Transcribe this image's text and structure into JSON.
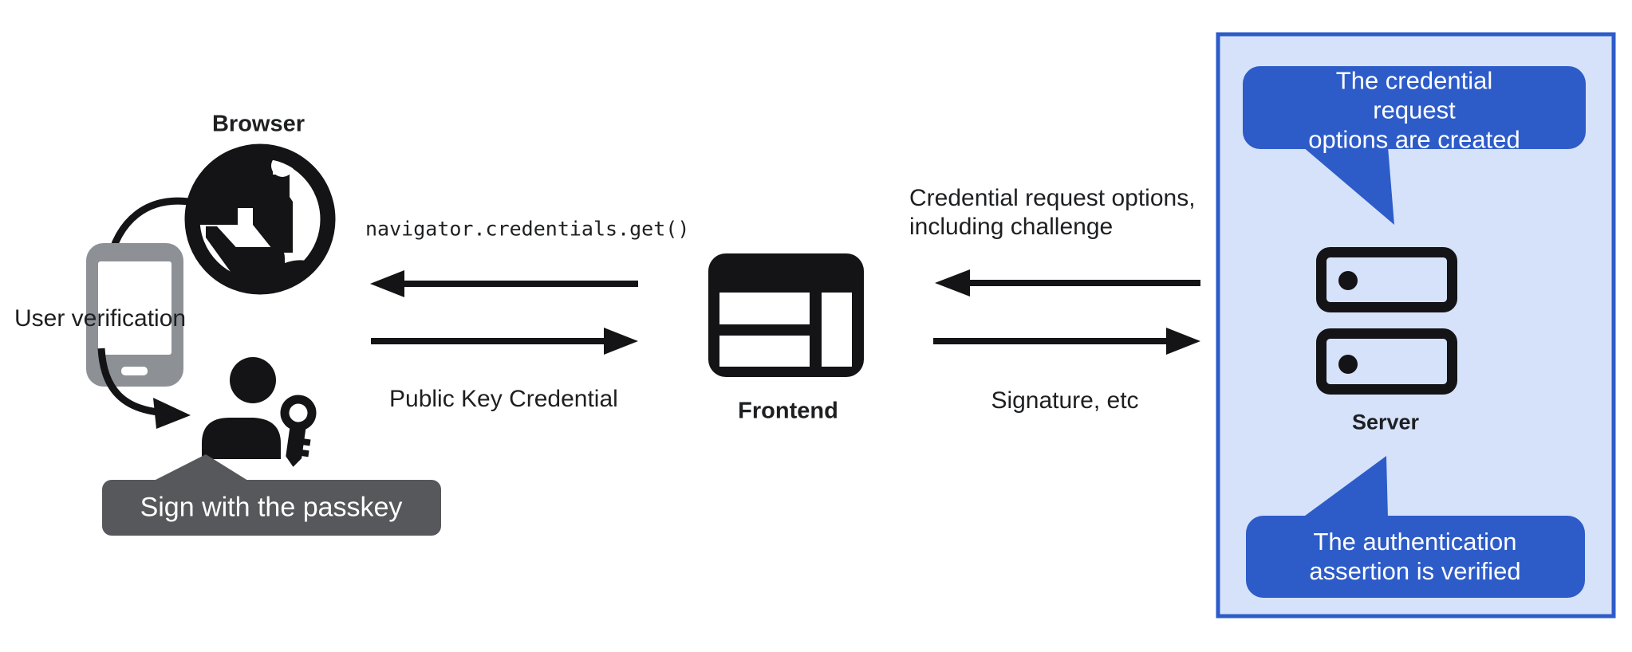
{
  "colors": {
    "accent_blue": "#2d5cc9",
    "panel_blue": "#d6e2fa",
    "banner_gray": "#57585b",
    "phone_gray": "#8d9196",
    "icon_black": "#141416",
    "ink": "#1e1f21",
    "white": "#ffffff"
  },
  "browser": {
    "label": "Browser",
    "user_verification": "User verification",
    "sign_banner": "Sign with the passkey"
  },
  "frontend": {
    "label": "Frontend"
  },
  "server": {
    "label": "Server",
    "bubble_top": "The credential request\noptions are created",
    "bubble_bottom": "The authentication\nassertion is verified"
  },
  "messages": {
    "browser_request": "navigator.credentials.get()",
    "browser_response": "Public Key Credential",
    "server_request": "Credential request options,\nincluding challenge",
    "server_response": "Signature, etc"
  },
  "icons": {
    "browser": "globe-icon",
    "authenticator": "smartphone-icon",
    "user": "person-with-key-icon",
    "frontend": "browser-window-icon",
    "server": "server-stack-icon"
  }
}
